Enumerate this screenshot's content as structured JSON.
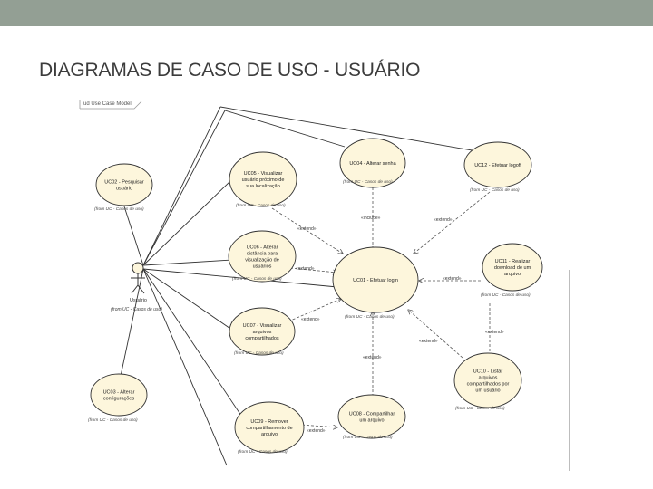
{
  "slide": {
    "title": "DIAGRAMAS DE CASO DE USO - USUÁRIO",
    "accent_color": "#939f94",
    "usecase_fill": "#fdf6dc"
  },
  "diagram": {
    "frame_label": "ud Use Case Model",
    "actor": {
      "name": "Usuário",
      "stereotype": "(from UC - Casos de uso)"
    },
    "use_cases": [
      {
        "id": "uc04",
        "lines": [
          "UC04 - Alterar senha"
        ],
        "from": "(from UC - Casos de uso)"
      },
      {
        "id": "uc12",
        "lines": [
          "UC12 - Efetuar logoff"
        ],
        "from": "(from UC - Casos de uso)"
      },
      {
        "id": "uc05",
        "lines": [
          "UC05 - Visualizar",
          "usuário próximo de",
          "sua localização"
        ],
        "from": "(from UC - Casos de uso)"
      },
      {
        "id": "uc02",
        "lines": [
          "UC02 - Pesquisar",
          "usuário"
        ],
        "from": "(from UC - Casos de uso)"
      },
      {
        "id": "uc06",
        "lines": [
          "UC06 - Alterar",
          "distância para",
          "visualização de",
          "usuários"
        ],
        "from": "(from UC - Casos de uso)"
      },
      {
        "id": "uc01",
        "lines": [
          "UC01 - Efetuar login"
        ],
        "from": "(from UC - Casos de uso)"
      },
      {
        "id": "uc11",
        "lines": [
          "UC11 - Realizar",
          "download de um",
          "arquivo"
        ],
        "from": "(from UC - Casos de uso)"
      },
      {
        "id": "uc07",
        "lines": [
          "UC07 - Visualizar",
          "arquivos",
          "compartilhados"
        ],
        "from": "(from UC - Casos de uso)"
      },
      {
        "id": "uc10",
        "lines": [
          "UC10 - Listar",
          "arquivos",
          "compartilhados por",
          "um usuário"
        ],
        "from": "(from UC - Casos de uso)"
      },
      {
        "id": "uc03",
        "lines": [
          "UC03 - Alterar",
          "configurações"
        ],
        "from": "(from UC - Casos de uso)"
      },
      {
        "id": "uc08",
        "lines": [
          "UC08 - Compartilhar",
          "um arquivo"
        ],
        "from": "(from UC - Casos de uso)"
      },
      {
        "id": "uc09",
        "lines": [
          "UC09 - Remover",
          "compartilhamento de",
          "arquivo"
        ],
        "from": "(from UC - Casos de uso)"
      }
    ],
    "relation_labels": {
      "extend": "«extend»",
      "include": "«include»"
    }
  }
}
